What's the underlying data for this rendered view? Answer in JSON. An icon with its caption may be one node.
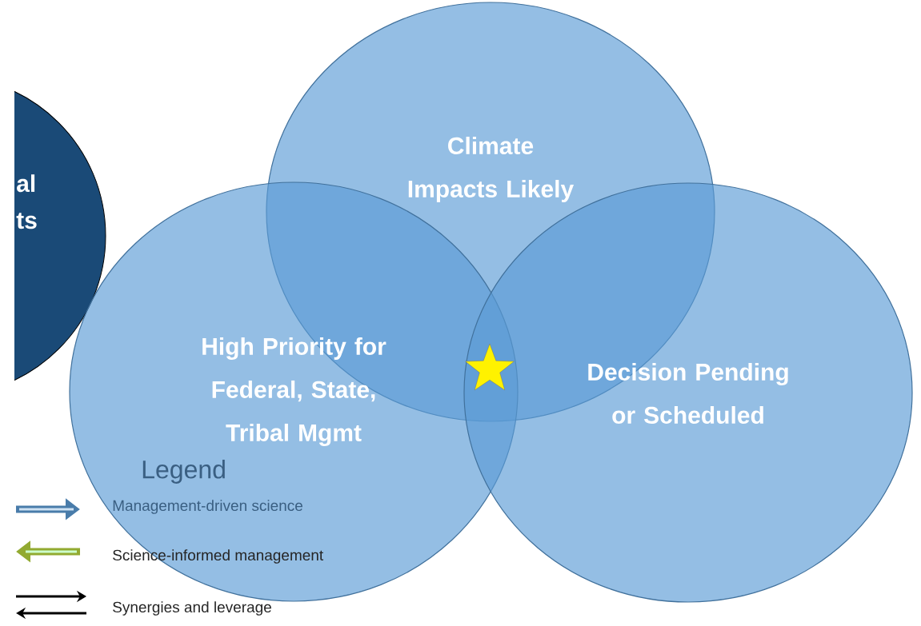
{
  "diagram": {
    "nodes": [
      {
        "text": [
          "al ts"
        ]
      },
      {
        "text": [
          "Climate Impacts Likely"
        ]
      },
      {
        "text": [
          "High Priority for Federal, State, Tribal Mgmt"
        ]
      },
      {
        "text": [
          "Decision Pending or Scheduled"
        ]
      }
    ],
    "labels": [
      "Legend"
    ],
    "legend": [
      {
        "text": "Management-driven science"
      },
      {
        "text": "Science-informed management"
      },
      {
        "text": "Synergies and leverage"
      }
    ]
  }
}
